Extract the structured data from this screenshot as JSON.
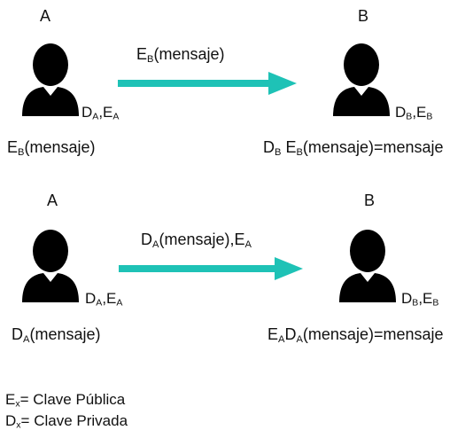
{
  "scenario_1": {
    "node_a": {
      "name": "A",
      "keys_main": "D",
      "keys_sub1": "A",
      "keys_mid": ",E",
      "keys_sub2": "A"
    },
    "node_b": {
      "name": "B",
      "keys_main": "D",
      "keys_sub1": "B",
      "keys_mid": ",E",
      "keys_sub2": "B"
    },
    "arrow_label": {
      "p1": "E",
      "s1": "B",
      "p2": "(mensaje)"
    },
    "a_result": {
      "p1": "E",
      "s1": "B",
      "p2": "(mensaje)"
    },
    "b_result": {
      "p1": "D",
      "s1": "B",
      "p2": " E",
      "s2": "B",
      "p3": "(mensaje)=mensaje"
    }
  },
  "scenario_2": {
    "node_a": {
      "name": "A",
      "keys_main": "D",
      "keys_sub1": "A",
      "keys_mid": ",E",
      "keys_sub2": "A"
    },
    "node_b": {
      "name": "B",
      "keys_main": "D",
      "keys_sub1": "B",
      "keys_mid": ",E",
      "keys_sub2": "B"
    },
    "arrow_label": {
      "p1": "D",
      "s1": "A",
      "p2": "(mensaje),E",
      "s2": "A"
    },
    "a_result": {
      "p1": "D",
      "s1": "A",
      "p2": "(mensaje)"
    },
    "b_result": {
      "p1": "E",
      "s1": "A",
      "p2": "D",
      "s2": "A",
      "p3": "(mensaje)=mensaje"
    }
  },
  "legend": {
    "public": {
      "p1": "E",
      "s1": "x",
      "p2": "= Clave Pública"
    },
    "private": {
      "p1": "D",
      "s1": "x",
      "p2": "= Clave Privada"
    }
  },
  "colors": {
    "arrow": "#1ec2b6",
    "person": "#000000"
  }
}
